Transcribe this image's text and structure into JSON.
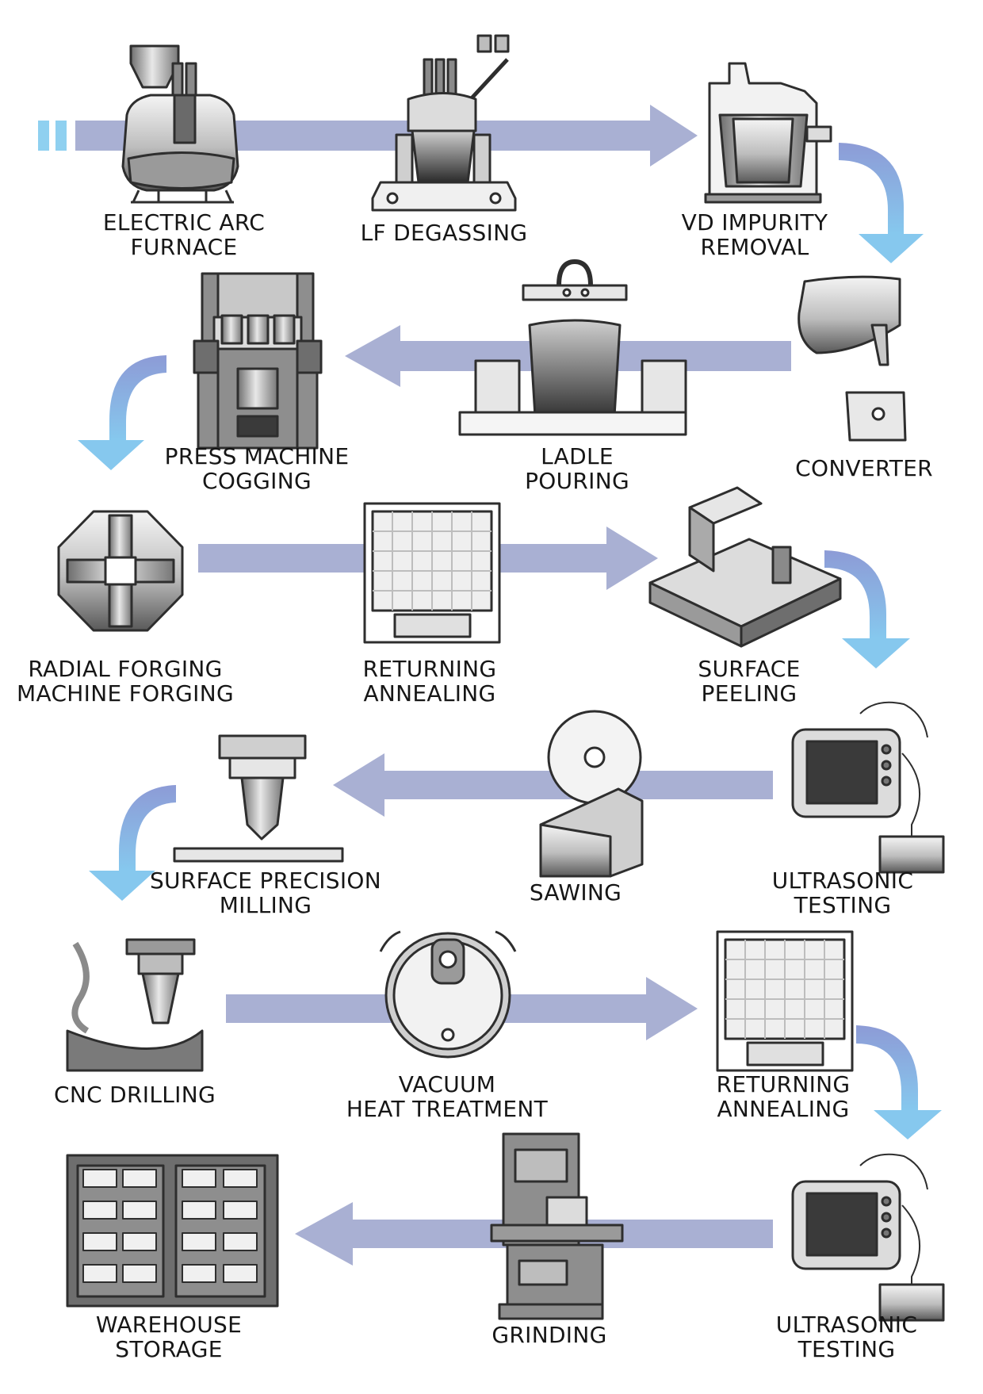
{
  "diagram": {
    "colors": {
      "flow_arrow": "#a9b0d3",
      "turn_arrow_top": "#8d9bd6",
      "turn_arrow_bottom": "#86c8ee",
      "entry_marker": "#8fd0f0",
      "equipment_dark": "#3a3a3a",
      "equipment_mid": "#9a9a9a",
      "equipment_light": "#e6e6e6"
    },
    "steps": [
      {
        "label": [
          "ELECTRIC ARC",
          "FURNACE"
        ],
        "icon": "electric-arc-furnace-icon"
      },
      {
        "label": [
          "LF DEGASSING"
        ],
        "icon": "ladle-furnace-icon"
      },
      {
        "label": [
          "VD IMPURITY",
          "REMOVAL"
        ],
        "icon": "vacuum-degassing-vessel-icon"
      },
      {
        "label": [
          "CONVERTER"
        ],
        "icon": "converter-icon"
      },
      {
        "label": [
          "LADLE",
          "POURING"
        ],
        "icon": "ladle-icon"
      },
      {
        "label": [
          "PRESS MACHINE",
          "COGGING"
        ],
        "icon": "press-machine-icon"
      },
      {
        "label": [
          "RADIAL FORGING",
          "MACHINE FORGING"
        ],
        "icon": "radial-forging-icon"
      },
      {
        "label": [
          "RETURNING",
          "ANNEALING"
        ],
        "icon": "annealing-furnace-icon"
      },
      {
        "label": [
          "SURFACE",
          "PEELING"
        ],
        "icon": "peeling-machine-icon"
      },
      {
        "label": [
          "ULTRASONIC",
          "TESTING"
        ],
        "icon": "ultrasonic-tester-icon"
      },
      {
        "label": [
          "SAWING"
        ],
        "icon": "saw-blade-icon"
      },
      {
        "label": [
          "SURFACE PRECISION",
          "MILLING"
        ],
        "icon": "milling-cutter-icon"
      },
      {
        "label": [
          "CNC DRILLING"
        ],
        "icon": "cnc-drill-icon"
      },
      {
        "label": [
          "VACUUM",
          "HEAT TREATMENT"
        ],
        "icon": "vacuum-furnace-icon"
      },
      {
        "label": [
          "RETURNING",
          "ANNEALING"
        ],
        "icon": "annealing-furnace-icon"
      },
      {
        "label": [
          "ULTRASONIC",
          "TESTING"
        ],
        "icon": "ultrasonic-tester-icon"
      },
      {
        "label": [
          "GRINDING"
        ],
        "icon": "grinding-machine-icon"
      },
      {
        "label": [
          "WAREHOUSE",
          "STORAGE"
        ],
        "icon": "warehouse-rack-icon"
      }
    ]
  }
}
